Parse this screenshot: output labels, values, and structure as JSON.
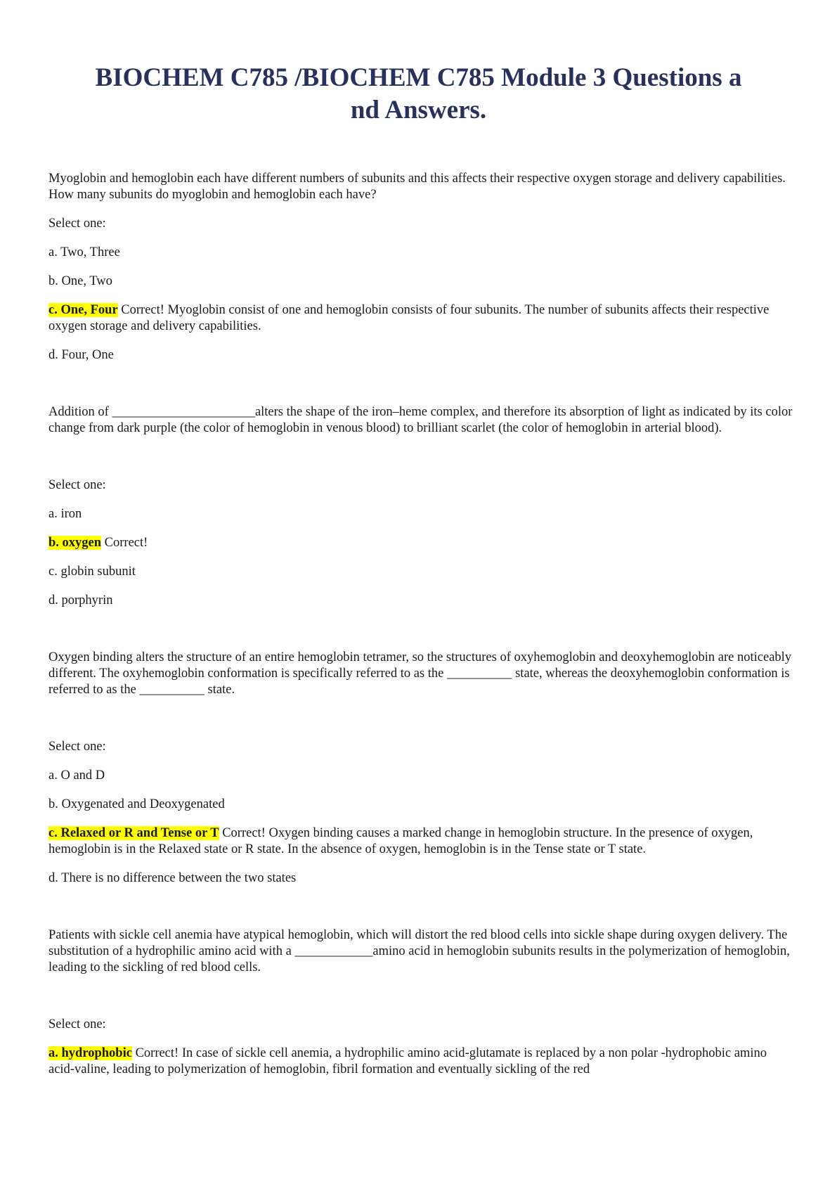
{
  "document": {
    "title_line1": "BIOCHEM C785 /BIOCHEM C785 Module 3 Questions a",
    "title_line2": "nd Answers."
  },
  "questions": [
    {
      "stem": "Myoglobin and hemoglobin each have different numbers of subunits and this affects their respective oxygen storage and delivery capabilities. How many subunits do myoglobin and hemoglobin each have?",
      "select_label": "Select one:",
      "options": [
        {
          "text": "a. Two, Three"
        },
        {
          "text": "b. One, Two"
        },
        {
          "answer": "c. One, Four",
          "feedback": " Correct! Myoglobin consist of one and hemoglobin consists of four subunits. The number of subunits affects their respective oxygen storage and delivery capabilities."
        },
        {
          "text": "d. Four, One"
        }
      ]
    },
    {
      "stem": "Addition of ______________________alters the shape of the iron–heme complex, and therefore its absorption of light as indicated by its color change from dark purple (the color of hemoglobin in venous blood) to brilliant scarlet (the color of hemoglobin in arterial blood).",
      "select_label": "Select one:",
      "options": [
        {
          "text": "a. iron"
        },
        {
          "answer": "b. oxygen",
          "feedback": " Correct!"
        },
        {
          "text": "c. globin subunit"
        },
        {
          "text": "d. porphyrin"
        }
      ]
    },
    {
      "stem": "Oxygen binding alters the structure of an entire hemoglobin tetramer, so the structures of oxyhemoglobin and deoxyhemoglobin are noticeably different. The oxyhemoglobin conformation is specifically referred to as the __________ state, whereas the deoxyhemoglobin conformation is referred to as the __________ state.",
      "select_label": "Select one:",
      "options": [
        {
          "text": "a. O and D"
        },
        {
          "text": "b. Oxygenated and Deoxygenated"
        },
        {
          "answer": "c. Relaxed or R and Tense or T",
          "feedback": " Correct! Oxygen binding causes a marked change in hemoglobin structure. In the presence of oxygen, hemoglobin is in the Relaxed state or R state. In the absence of oxygen, hemoglobin is in the Tense state or T state."
        },
        {
          "text": "d. There is no difference between the two states"
        }
      ]
    },
    {
      "stem": "Patients with sickle cell anemia have atypical hemoglobin, which will distort the red blood cells into sickle shape during oxygen delivery. The substitution of a hydrophilic amino acid with a ____________amino acid in hemoglobin subunits results in the polymerization of hemoglobin, leading to the sickling of red blood cells.",
      "select_label": "Select one:",
      "options": [
        {
          "answer": "a. hydrophobic",
          "feedback": " Correct! In case of sickle cell anemia, a hydrophilic amino acid-glutamate is replaced by a non polar -hydrophobic amino acid-valine, leading to polymerization of hemoglobin, fibril formation and eventually sickling of the red"
        }
      ]
    }
  ]
}
